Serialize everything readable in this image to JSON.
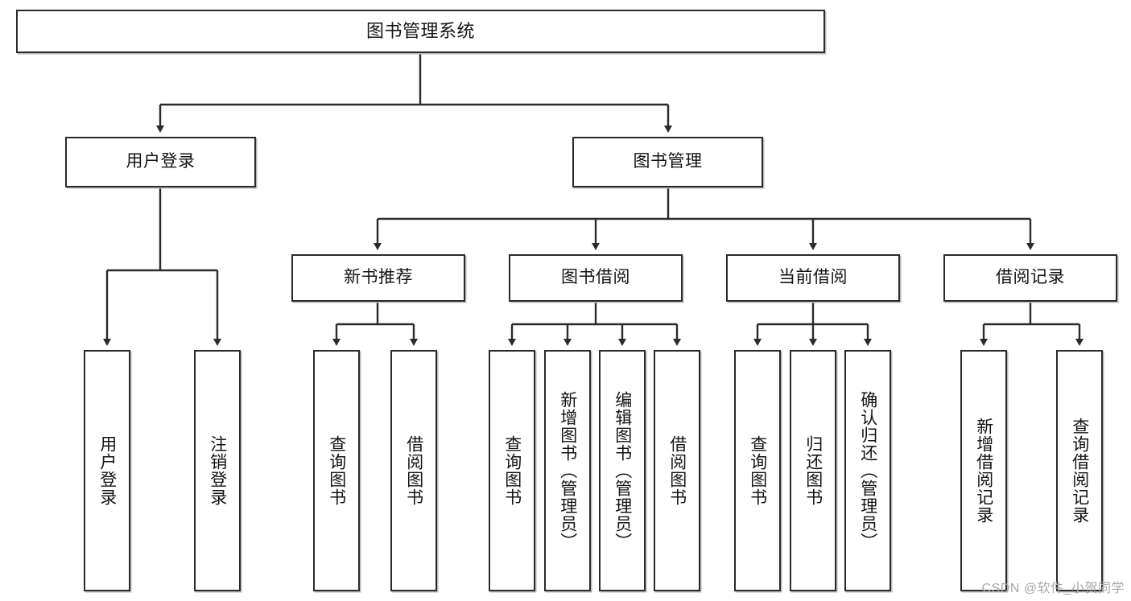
{
  "diagram": {
    "title": "图书管理系统",
    "type": "tree-hierarchy-diagram",
    "watermark": "CSDN @软件_小贺同学",
    "colors": {
      "box_border": "#2b2b2b",
      "box_fill": "#ffffff",
      "edge": "#2b2b2b",
      "text": "#141414",
      "watermark": "#a8a8a8"
    }
  },
  "nodes": {
    "root": {
      "label": "图书管理系统"
    },
    "level1": [
      {
        "label": "用户登录"
      },
      {
        "label": "图书管理"
      }
    ],
    "level2": [
      {
        "label": "新书推荐"
      },
      {
        "label": "图书借阅"
      },
      {
        "label": "当前借阅"
      },
      {
        "label": "借阅记录"
      }
    ],
    "leaves": {
      "user_login": [
        {
          "label": "用户登录"
        },
        {
          "label": "注销登录"
        }
      ],
      "new_book_recommend": [
        {
          "label": "查询图书"
        },
        {
          "label": "借阅图书"
        }
      ],
      "book_borrow": [
        {
          "label": "查询图书"
        },
        {
          "label": "新增图书（管理员）"
        },
        {
          "label": "编辑图书（管理员）"
        },
        {
          "label": "借阅图书"
        }
      ],
      "current_borrow": [
        {
          "label": "查询图书"
        },
        {
          "label": "归还图书"
        },
        {
          "label": "确认归还（管理员）"
        }
      ],
      "borrow_record": [
        {
          "label": "新增借阅记录"
        },
        {
          "label": "查询借阅记录"
        }
      ]
    }
  }
}
